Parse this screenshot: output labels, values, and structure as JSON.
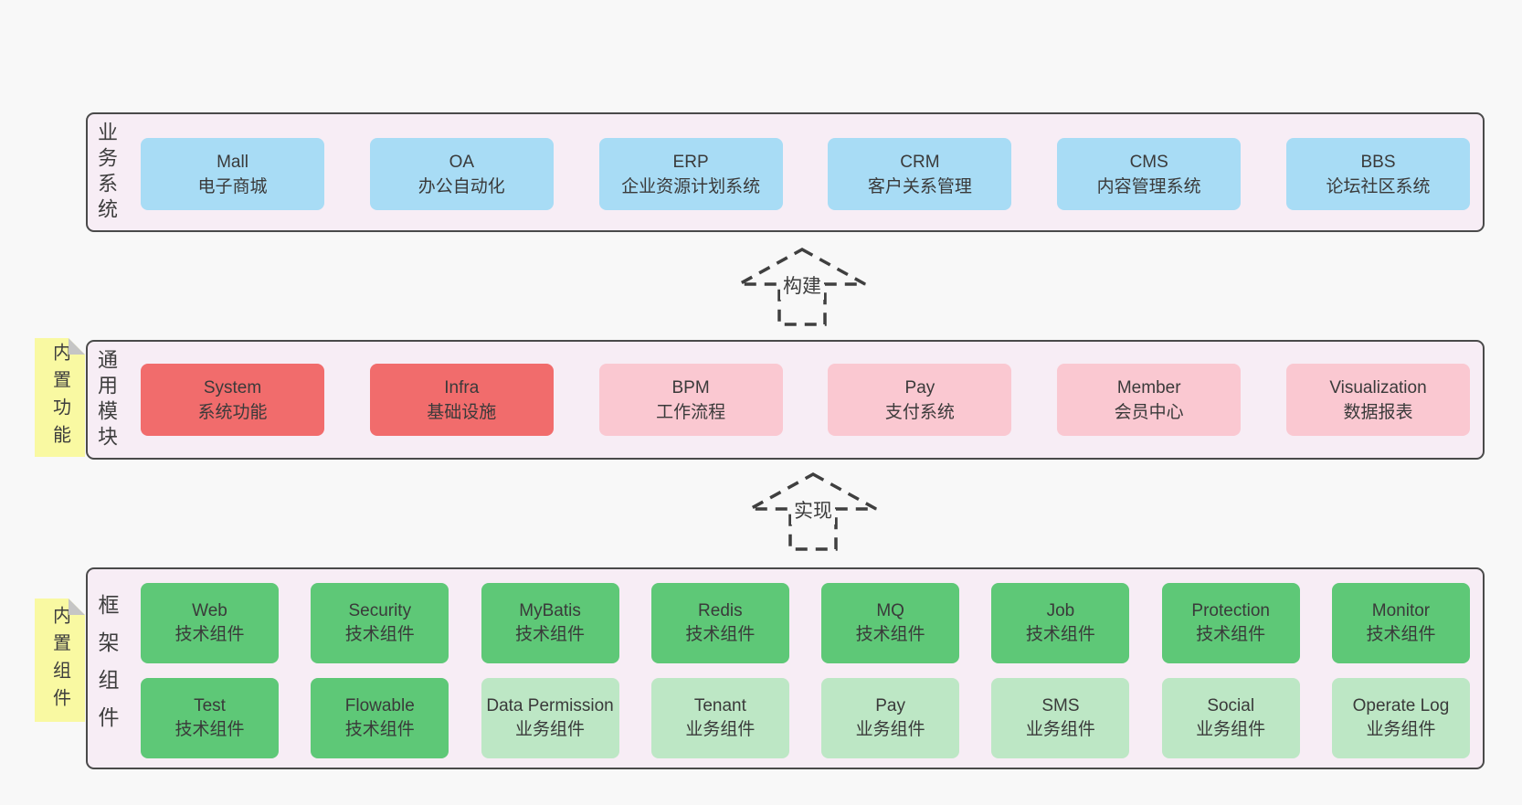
{
  "colors": {
    "page": "#f8f8f8",
    "panel": "#f7edf5",
    "border": "#4a4a4a",
    "text": "#3d3d3d",
    "blue": "#a8dcf5",
    "red": "#f16c6c",
    "pink": "#fac8d1",
    "green": "#5ec877",
    "lightgreen": "#bde7c5",
    "sticky": "#f9f9a2",
    "fold": "#c5c5c5",
    "arrow": "#3f3f3f"
  },
  "arrows": {
    "build": {
      "label": "构建"
    },
    "implement": {
      "label": "实现"
    }
  },
  "sections": {
    "business": {
      "label": "业务系统",
      "boxes": [
        {
          "name": "Mall",
          "desc": "电子商城"
        },
        {
          "name": "OA",
          "desc": "办公自动化"
        },
        {
          "name": "ERP",
          "desc": "企业资源计划系统"
        },
        {
          "name": "CRM",
          "desc": "客户关系管理"
        },
        {
          "name": "CMS",
          "desc": "内容管理系统"
        },
        {
          "name": "BBS",
          "desc": "论坛社区系统"
        }
      ]
    },
    "modules": {
      "label": "通用模块",
      "sticky": "内置功能",
      "boxes": [
        {
          "name": "System",
          "desc": "系统功能"
        },
        {
          "name": "Infra",
          "desc": "基础设施"
        },
        {
          "name": "BPM",
          "desc": "工作流程"
        },
        {
          "name": "Pay",
          "desc": "支付系统"
        },
        {
          "name": "Member",
          "desc": "会员中心"
        },
        {
          "name": "Visualization",
          "desc": "数据报表"
        }
      ]
    },
    "components": {
      "label": "框架组件",
      "sticky": "内置组件",
      "row1": [
        {
          "name": "Web",
          "desc": "技术组件"
        },
        {
          "name": "Security",
          "desc": "技术组件"
        },
        {
          "name": "MyBatis",
          "desc": "技术组件"
        },
        {
          "name": "Redis",
          "desc": "技术组件"
        },
        {
          "name": "MQ",
          "desc": "技术组件"
        },
        {
          "name": "Job",
          "desc": "技术组件"
        },
        {
          "name": "Protection",
          "desc": "技术组件"
        },
        {
          "name": "Monitor",
          "desc": "技术组件"
        }
      ],
      "row2": [
        {
          "name": "Test",
          "desc": "技术组件"
        },
        {
          "name": "Flowable",
          "desc": "技术组件"
        },
        {
          "name": "Data Permission",
          "desc": "业务组件"
        },
        {
          "name": "Tenant",
          "desc": "业务组件"
        },
        {
          "name": "Pay",
          "desc": "业务组件"
        },
        {
          "name": "SMS",
          "desc": "业务组件"
        },
        {
          "name": "Social",
          "desc": "业务组件"
        },
        {
          "name": "Operate Log",
          "desc": "业务组件"
        }
      ]
    }
  }
}
